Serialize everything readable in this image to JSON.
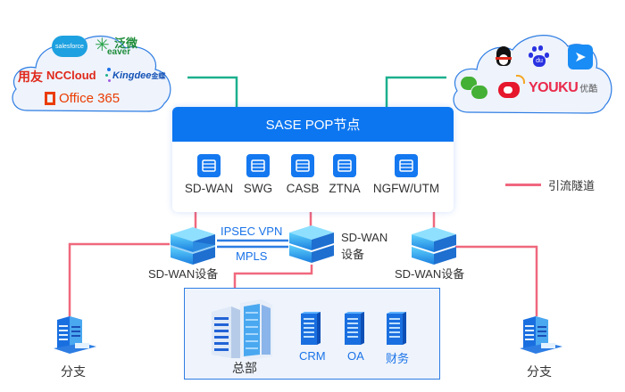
{
  "diagram_title": "SASE POP节点",
  "saas_cloud_left": {
    "logos": [
      "salesforce",
      "泛微",
      "eaver",
      "用友",
      "NCCloud",
      "Kingdee",
      "金蝶",
      "Office 365"
    ]
  },
  "saas_cloud_right": {
    "logos": [
      "QQ",
      "百度",
      "钉钉",
      "微信",
      "微博",
      "YOUKU",
      "优酷"
    ]
  },
  "pop": {
    "title": "SASE POP节点",
    "services": [
      {
        "label": "SD-WAN",
        "icon": "server-icon"
      },
      {
        "label": "SWG",
        "icon": "server-icon"
      },
      {
        "label": "CASB",
        "icon": "server-icon"
      },
      {
        "label": "ZTNA",
        "icon": "server-icon"
      },
      {
        "label": "NGFW/UTM",
        "icon": "server-icon"
      }
    ]
  },
  "devices": {
    "left": "SD-WAN设备",
    "center_line1": "SD-WAN",
    "center_line2": "设备",
    "right": "SD-WAN设备"
  },
  "links": {
    "top": "IPSEC VPN",
    "bottom": "MPLS"
  },
  "hq": {
    "label": "总部",
    "apps": [
      "CRM",
      "OA",
      "财务"
    ]
  },
  "branches": {
    "left": "分支",
    "right": "分支"
  },
  "legend": {
    "label": "引流隧道",
    "color": "#f0687e"
  },
  "colors": {
    "primary": "#0c76f0",
    "tunnel": "#f0687e",
    "uplink": "#1bb08e",
    "link_text": "#1a73e8"
  }
}
